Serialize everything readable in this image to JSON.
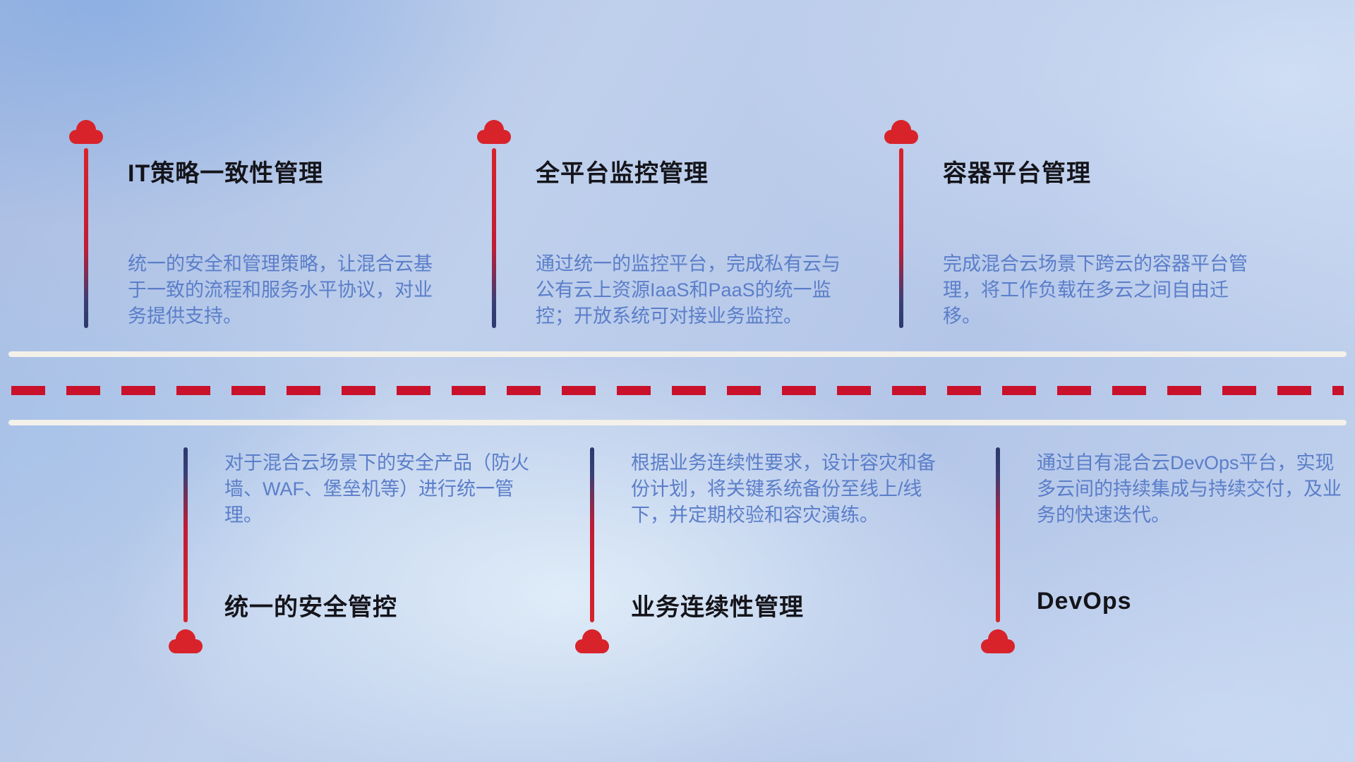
{
  "colors": {
    "cloud": "#d8232a",
    "dash": "#c9112b",
    "road_line": "#f4f1ea",
    "title_text": "#14141a",
    "description_text": "#5b7ec9",
    "stem_red": "#c01c35",
    "stem_navy": "#2c3a6e"
  },
  "top_items": [
    {
      "title": "IT策略一致性管理",
      "description": "统一的安全和管理策略，让混合云基于一致的流程和服务水平协议，对业务提供支持。"
    },
    {
      "title": "全平台监控管理",
      "description": "通过统一的监控平台，完成私有云与公有云上资源IaaS和PaaS的统一监控；开放系统可对接业务监控。"
    },
    {
      "title": "容器平台管理",
      "description": "完成混合云场景下跨云的容器平台管理，将工作负载在多云之间自由迁移。"
    }
  ],
  "bottom_items": [
    {
      "title": "统一的安全管控",
      "description": "对于混合云场景下的安全产品（防火墙、WAF、堡垒机等）进行统一管理。"
    },
    {
      "title": "业务连续性管理",
      "description": "根据业务连续性要求，设计容灾和备份计划，将关键系统备份至线上/线下，并定期校验和容灾演练。"
    },
    {
      "title": "DevOps",
      "description": "通过自有混合云DevOps平台，实现多云间的持续集成与持续交付，及业务的快速迭代。"
    }
  ]
}
